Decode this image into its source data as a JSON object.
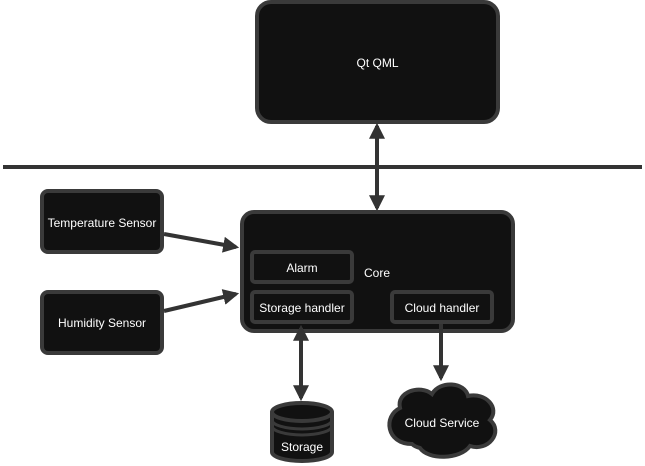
{
  "diagram": {
    "nodes": {
      "qt_qml": "Qt QML",
      "temperature_sensor": "Temperature Sensor",
      "humidity_sensor": "Humidity Sensor",
      "core": "Core",
      "alarm": "Alarm",
      "storage_handler": "Storage handler",
      "cloud_handler": "Cloud handler",
      "storage": "Storage",
      "cloud_service": "Cloud Service"
    },
    "colors": {
      "box_fill": "#111111",
      "box_stroke": "#3a3a3a",
      "connector": "#333333",
      "text": "#ffffff",
      "background": "#ffffff"
    }
  }
}
